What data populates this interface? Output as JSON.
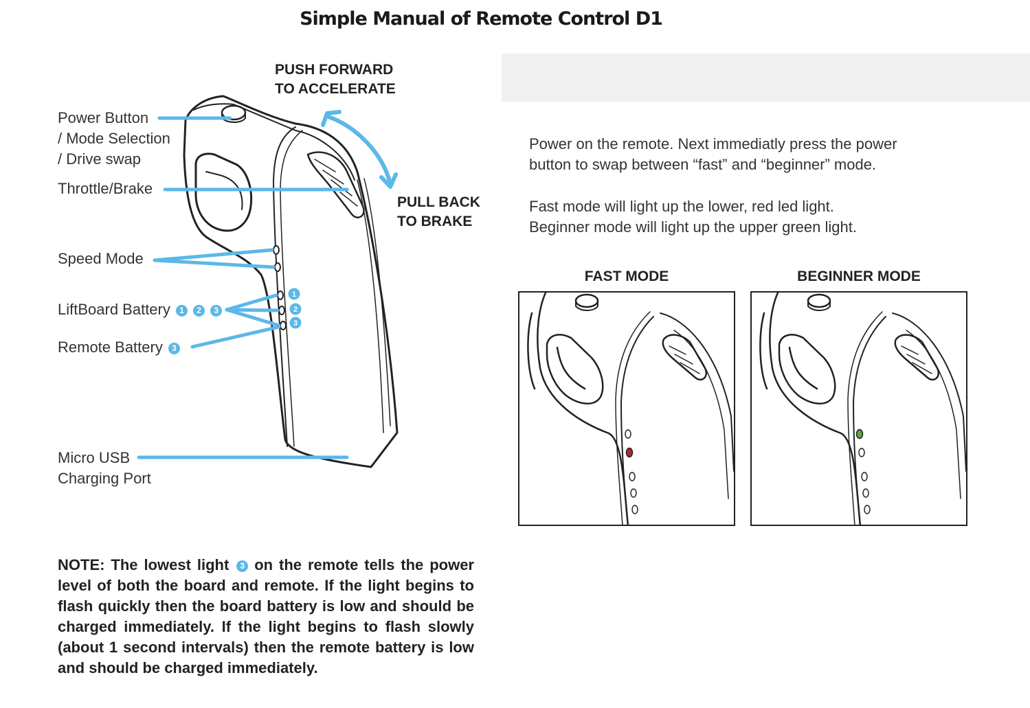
{
  "title": "Simple Manual of Remote Control D1",
  "callouts": {
    "power": [
      "Power Button",
      "/ Mode Selection",
      "/ Drive swap"
    ],
    "throttle": "Throttle/Brake",
    "speed": "Speed Mode",
    "liftboard": "LiftBoard Battery",
    "liftboard_nums": [
      "1",
      "2",
      "3"
    ],
    "remote": "Remote Battery",
    "remote_num": "3",
    "usb": [
      "Micro USB",
      "Charging Port"
    ]
  },
  "arrow_labels": {
    "push": [
      "PUSH FORWARD",
      "TO ACCELERATE"
    ],
    "pull": [
      "PULL BACK",
      "TO BRAKE"
    ]
  },
  "leds": [
    "1",
    "2",
    "3"
  ],
  "instructions": {
    "p1": [
      "Power on the remote. Next immediatly press the power",
      "button to swap between “fast” and “beginner” mode."
    ],
    "p2": [
      "Fast mode will light up the lower, red led light.",
      "Beginner mode will light up the upper green light."
    ]
  },
  "modes": {
    "fast": "FAST MODE",
    "beginner": "BEGINNER MODE"
  },
  "note": {
    "pre": "NOTE: The lowest light",
    "num": "3",
    "post": "on the remote tells the power level of both the board and remote. If the light begins to flash quickly then the board battery is low and should be charged immediately. If the light begins to flash slowly (about 1 second intervals) then the remote battery is low and should be charged immediately."
  },
  "colors": {
    "accent_blue": "#5bb8e8",
    "led_red": "#b0262b",
    "led_green": "#5aa544",
    "outline": "#222222"
  }
}
